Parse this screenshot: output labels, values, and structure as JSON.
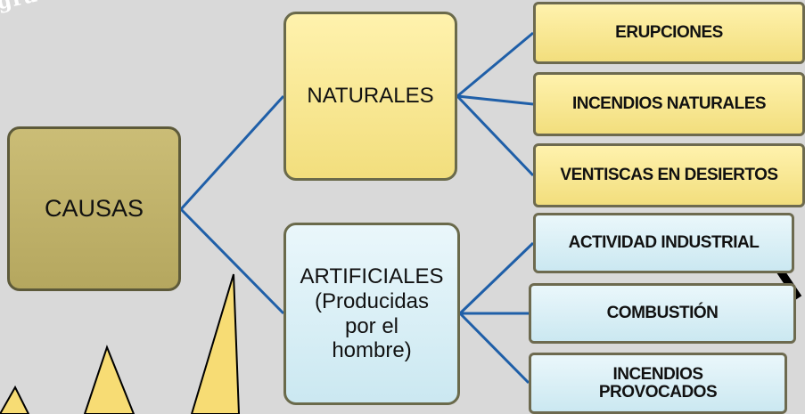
{
  "watermark": "grave para la",
  "root": {
    "label": "CAUSAS"
  },
  "naturales": {
    "label": "NATURALES",
    "items": [
      "ERUPCIONES",
      "INCENDIOS NATURALES",
      "VENTISCAS EN DESIERTOS"
    ]
  },
  "artificiales": {
    "lines": [
      "ARTIFICIALES",
      "(Producidas",
      "por el",
      "hombre)"
    ],
    "items": [
      "ACTIVIDAD INDUSTRIAL",
      "COMBUSTIÓN",
      "INCENDIOS",
      "PROVOCADOS"
    ]
  },
  "colors": {
    "connector": "#1f5fa8",
    "star": "#f7dc74",
    "naturales": "#fbe78f",
    "artificiales": "#dff1f7",
    "root": "#c2b36c"
  }
}
